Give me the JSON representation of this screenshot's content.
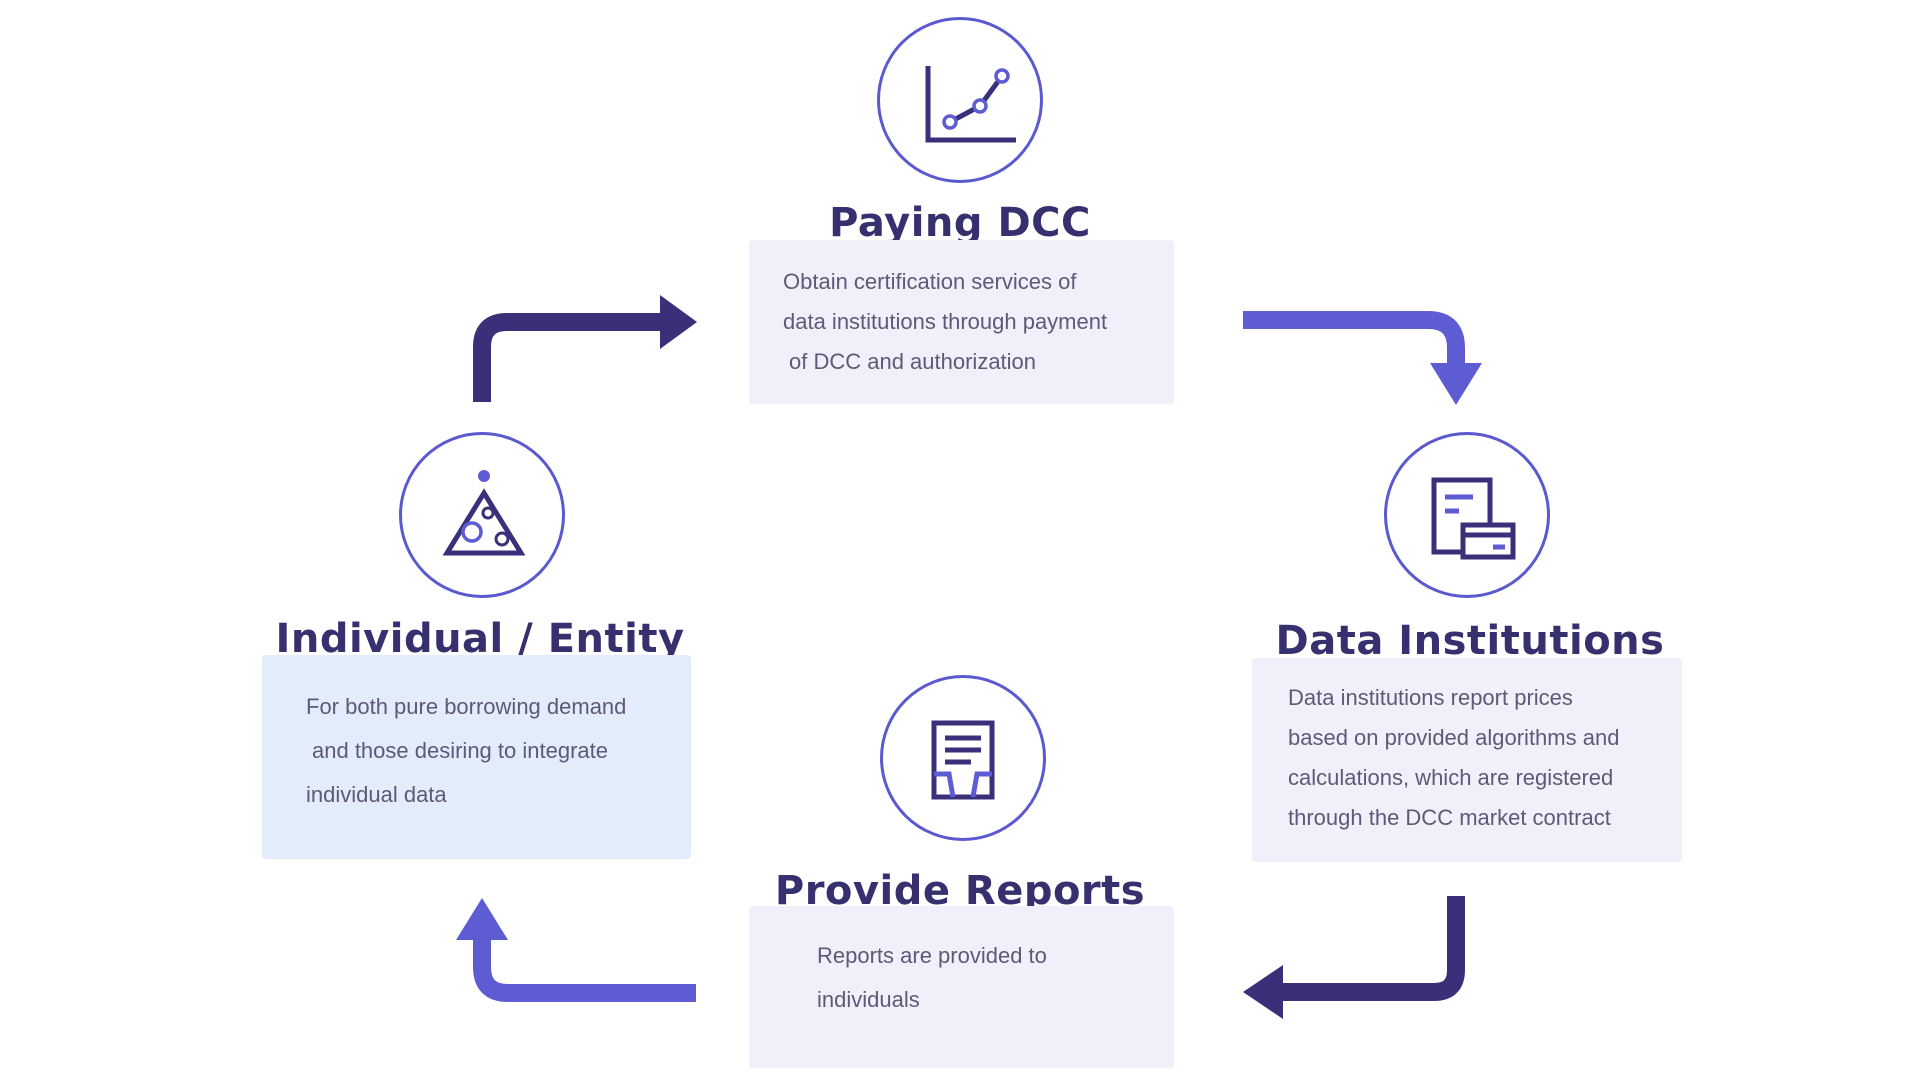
{
  "colors": {
    "dark_purple": "#3a2f79",
    "light_purple": "#5d5cd3",
    "circle_border": "#5b59cf",
    "title": "#36306f",
    "box_lavender": "#f1f0fa",
    "box_blue": "#e3ecfb"
  },
  "nodes": {
    "paying": {
      "icon": "line-chart-icon",
      "title": "Paying DCC",
      "lines": [
        "Obtain certification services of",
        "data institutions through payment",
        "of DCC and authorization"
      ]
    },
    "institutions": {
      "icon": "document-card-icon",
      "title": "Data Institutions",
      "lines": [
        "Data institutions report prices",
        "based on provided algorithms and",
        "calculations, which are registered",
        "through the DCC market contract"
      ]
    },
    "reports": {
      "icon": "report-document-icon",
      "title": "Provide Reports",
      "lines": [
        "Reports are provided  to",
        "individuals"
      ]
    },
    "individual": {
      "icon": "triangle-shapes-icon",
      "title": "Individual / Entity",
      "lines": [
        "For both pure borrowing demand",
        "and those desiring to integrate",
        "individual data"
      ]
    }
  }
}
